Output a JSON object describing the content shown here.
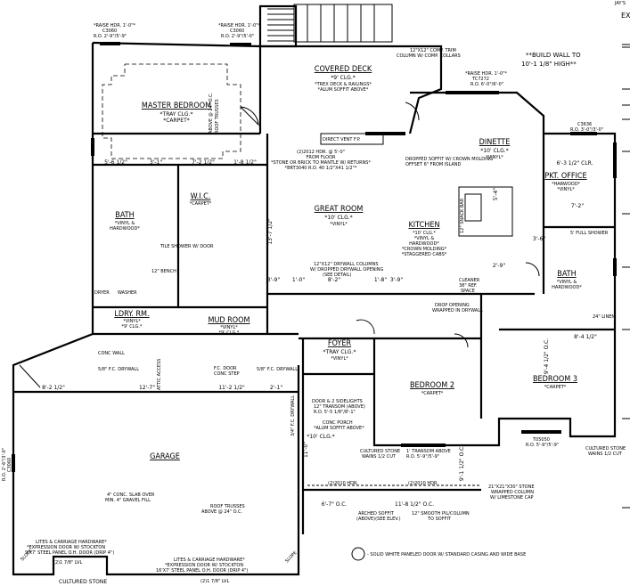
{
  "sheet": {
    "corner_label": "EX",
    "corner_top": "JAY'S"
  },
  "rooms": [
    {
      "name": "MASTER BEDROOM",
      "ceiling": "*TRAY CLG.*",
      "floor": "*CARPET*"
    },
    {
      "name": "COVERED DECK",
      "ceiling": "*9' CLG.*",
      "floor": "*TREX DECK & RAILINGS*",
      "extra": "*ALUM SOFFIT ABOVE*"
    },
    {
      "name": "DINETTE",
      "ceiling": "*10' CLG.*",
      "floor": "*VINYL*"
    },
    {
      "name": "PKT. OFFICE",
      "ceiling": "*HARWOOD*",
      "floor": "*VINYL*"
    },
    {
      "name": "GREAT ROOM",
      "ceiling": "*10' CLG.*",
      "floor": "*VINYL*"
    },
    {
      "name": "KITCHEN",
      "ceiling": "*10' CLG.*",
      "floor": "*VINYL &",
      "extra": "HARDWOOD*",
      "extra2": "*CROWN MOLDING*",
      "extra3": "*STAGGERED CABS*"
    },
    {
      "name": "BATH",
      "ceiling": "*VINYL &",
      "floor": "HARDWOOD*"
    },
    {
      "name": "W.I.C.",
      "ceiling": "*CARPET*",
      "floor": ""
    },
    {
      "name": "LDRY. RM.",
      "ceiling": "*VINYL*",
      "floor": "*9' CLG.*"
    },
    {
      "name": "MUD ROOM",
      "ceiling": "*VINYL*",
      "floor": "*9' CLG.*"
    },
    {
      "name": "FOYER",
      "ceiling": "*TRAY CLG.*",
      "floor": "*VINYL*"
    },
    {
      "name": "BEDROOM 2",
      "ceiling": "*CARPET*",
      "floor": ""
    },
    {
      "name": "BEDROOM 3",
      "ceiling": "*CARPET*",
      "floor": ""
    },
    {
      "name": "BATH",
      "ceiling": "*VINYL &",
      "floor": "HARDWOOD*"
    },
    {
      "name": "GARAGE",
      "ceiling": "",
      "floor": ""
    }
  ],
  "notes": {
    "build_wall": "**BUILD WALL TO",
    "build_wall2": "10'-1 1/8\" HIGH**",
    "mb_win1_a": "*RAISE HDR. 1'-0\"*",
    "mb_win1_b": "C3060",
    "mb_win1_c": "R.O. 2'-9\"/5'-9\"",
    "mb_win2_a": "*RAISE HDR. 1'-0\"*",
    "mb_win2_b": "C3060",
    "mb_win2_c": "R.O. 2'-9\"/5'-0\"",
    "deck_col": "12\"X12\" COMP. TRIM",
    "deck_col2": "COLUMN W/ COMP. COLLARS",
    "direct_vent": "DIRECT VENT F.P.",
    "fp1": "(2)2012 HDR. @ 5'-0\"",
    "fp2": "FROM FLOOR",
    "fp3": "*STONE OR BRICK TO MANTLE W/ RETURNS*",
    "fp4": "*BRT3040 R.O. 40 1/2\"X41 1/2\"*",
    "din_win_a": "*RAISE HDR. 1'-0\"*",
    "din_win_b": "TC7272",
    "din_win_c": "R.O. 6'-0\"/6'-0\"",
    "dropped_soffit": "DROPPED SOFFIT W/ CROWN MOLDING",
    "dropped_soffit2": "OFFSET 6\" FROM ISLAND",
    "office_win_a": "C3636",
    "office_win_b": "R.O. 3'-0\"/3'-0\"",
    "snack_bar": "12\" SNACK BAR",
    "drywall_column": "12\"X12\" DRYWALL COLUMNS",
    "drywall_column2": "W/ DROPPED DRYWALL OPENING",
    "drywall_column3": "(SEE DETAIL)",
    "drop_opening": "DROP OPENING",
    "drop_opening2": "WRAPPED IN DRYWALL",
    "cleaner": "CLEANER",
    "cleaner2": "38\" REF.",
    "cleaner3": "SPACE",
    "shower": "5' FULL SHOWER",
    "linen": "24\" LINEN",
    "tile_shower": "TILE SHOWER W/ DOOR",
    "bench": "12\" BENCH",
    "dryer": "DRYER",
    "washer": "WASHER",
    "conc_wall": "CONC WALL",
    "fc_drywall": "5/8\" F.C. DRYWALL",
    "fc_drywall2": "5/8\" F.C. DRYWALL",
    "fc_drywall3": "3/4\" F.C. DRYWALL",
    "fc_door": "F.C. DOOR",
    "conc_step": "CONC STEP",
    "attic": "ATTIC ACCESS",
    "door_side": "DOOR & 2 SIDELIGHTS",
    "door_side2": "12\" TRANSOM (ABOVE)",
    "door_side3": "R.O. 5'-5 1/8\"/8'-1\"",
    "porch": "CONC PORCH",
    "porch2": "*ALUM SOFFIT ABOVE*",
    "porch3": "*10' CLG.*",
    "cult_stone": "CULTURED STONE",
    "cult_stone2": "WAINS 1/2 CUT",
    "transom": "1' TRANSOM ABOVE",
    "transom2": "R.O. 5'-9\"/5'-9\"",
    "b3_win_a": "T05050",
    "b3_win_b": "R.O. 5'-9\"/5'-9\"",
    "cult_stone3": "CULTURED STONE",
    "cult_stone4": "WAINS 1/2 CUT",
    "hdr1": "(2)2010 HDR.",
    "hdr2": "(2)2010 HDR.",
    "stone_col": "21\"X21\"X30\" STONE",
    "stone_col2": "WRAPPED COLUMN",
    "stone_col3": "W/ LIMESTONE CAP",
    "arched": "ARCHED SOFFIT",
    "arched2": "(ABOVE)(SEE ELEV.)",
    "smooth_col": "12\" SMOOTH PIL/COLUMN",
    "smooth_col2": "TO SOFFIT",
    "legend": "- SOLID WHITE PANELED DOOR W/ STANDARD CASING AND WIDE BASE",
    "conc_slab": "4\" CONC. SLAB OVER",
    "conc_slab2": "MIN. 4\" GRAVEL FILL",
    "roof_trusses": "ROOF TRUSSES",
    "roof_trusses2": "ABOVE @ 24\" O.C.",
    "gdoor1": "LITES & CARRIAGE HARDWARE*",
    "gdoor1b": "*EXPRESSION DOOR W/ STOCKTON",
    "gdoor1c": "9'X7' STEEL PANEL O.H. DOOR (DRIP 4\")",
    "gdoor2": "LITES & CARRIAGE HARDWARE*",
    "gdoor2b": "*EXPRESSION DOOR W/ STOCKTON",
    "gdoor2c": "16'X7' STEEL PANEL O.H. DOOR (DRIP 4\")",
    "lvl1": "(2)1 7/8\" LVL",
    "lvl2": "(2)1 7/8\" LVL",
    "cult_stone5": "CULTURED STONE",
    "slope1": "SLOPE",
    "slope2": "SLOPE",
    "trusses_mb": "ABOVE @ 24\" O.C.",
    "trusses_mb2": "ROOF TRUSSES",
    "garage_win": "R.O. 2'-6\"/3'-0\"",
    "garage_win2": "C3060"
  },
  "dimensions": [
    "5'-6 1/2\"",
    "3'-1\"",
    "7'-2 1/2\"",
    "1'-8 1/2\"",
    "8'-2 1/2\"",
    "12'-7\"",
    "11'-2 1/2\"",
    "2'-1\"",
    "3'-9\"",
    "1'-0\"",
    "8'-2\"",
    "1'-8\"",
    "3'-9\"",
    "13'-7 1/2\"",
    "6'-7\" O.C.",
    "11'-8 1/2\" O.C.",
    "9'-1 1/2\" O.C.",
    "8'-4 1/2\"",
    "5'-4\"",
    "11'-0\"",
    "9'-4 1/2\" O.C.",
    "6'-3 1/2\" CLR.",
    "7'-2\"",
    "3'-6\"",
    "2'-9\""
  ]
}
